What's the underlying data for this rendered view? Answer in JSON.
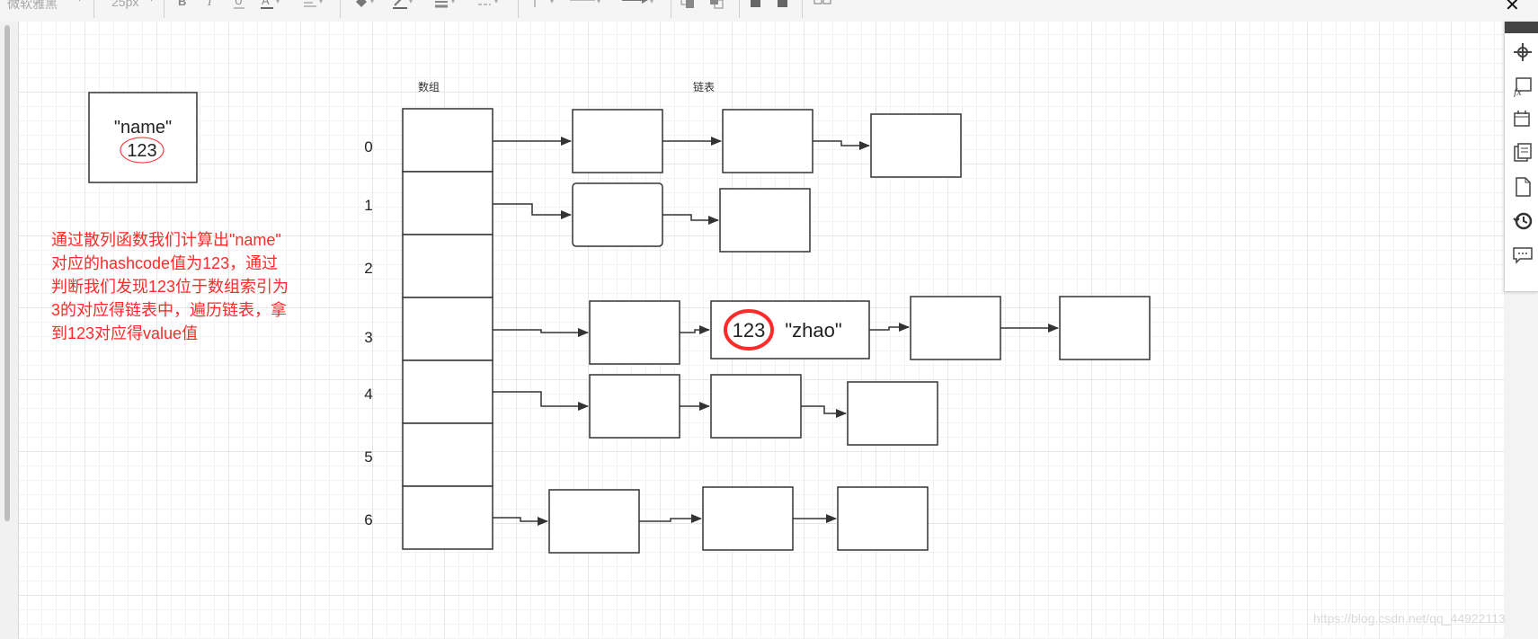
{
  "toolbar": {
    "font_select": "微软雅黑",
    "size_select": "25px",
    "icons": [
      "bold-icon",
      "italic-icon",
      "underline-icon",
      "font-color-icon",
      "align-icon",
      "fill-color-icon",
      "line-color-icon",
      "line-width-icon",
      "line-style-icon",
      "connector-icon",
      "line-type-icon",
      "arrow-icon",
      "bring-front-icon",
      "send-back-icon",
      "lock-icon",
      "unlock-icon",
      "group-icon"
    ],
    "close_label": "✕"
  },
  "diagram": {
    "array_label": "数组",
    "list_label": "链表",
    "indexes": [
      "0",
      "1",
      "2",
      "3",
      "4",
      "5",
      "6"
    ],
    "key_box": {
      "name": "\"name\"",
      "hash": "123"
    },
    "highlight_node": {
      "hash": "123",
      "value": "\"zhao\""
    },
    "accent_color": "#ff2a2a"
  },
  "note": {
    "lines": [
      "通过散列函数我们计算出\"name\"",
      "对应的hashcode值为123，通过",
      "判断我们发现123位于数组索引为",
      "3的对应得链表中，遍历链表，拿",
      "到123对应得value值"
    ]
  },
  "watermark": "https://blog.csdn.net/qq_44922113",
  "right_panel": {
    "icons": [
      "navigate-icon",
      "formula-icon",
      "calendar-icon",
      "pages-icon",
      "document-icon",
      "history-icon",
      "comment-icon"
    ]
  }
}
